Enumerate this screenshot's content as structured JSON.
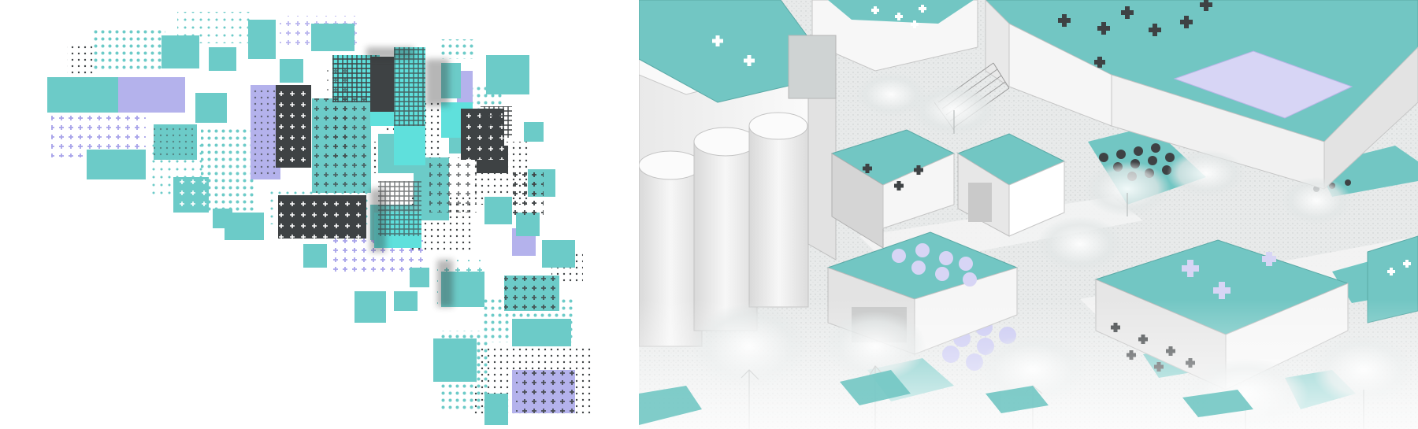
{
  "colors": {
    "teal": "#6ccbc8",
    "teal_light": "#5fe0dc",
    "lavender": "#b4b2ec",
    "dark": "#3e4244",
    "white": "#ffffff",
    "building_wall": "#f2f2f2",
    "building_shadow": "#dadada",
    "ground": "#e8eaea"
  },
  "icons": [
    "plus-pattern",
    "dot-pattern",
    "cross-pattern",
    "circle-pattern",
    "tree"
  ],
  "panels": [
    {
      "name": "pattern-diagram",
      "description_visible_text": ""
    },
    {
      "name": "axonometric-view",
      "description_visible_text": ""
    }
  ]
}
